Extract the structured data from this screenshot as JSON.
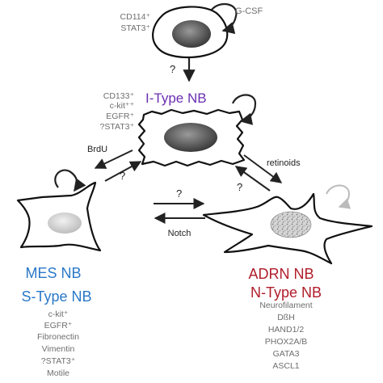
{
  "colors": {
    "i_type": "#6a2eb0",
    "mes": "#2a78c8",
    "adrn": "#b01d2a",
    "text_grey": "#6e6e6e",
    "ink": "#222222"
  },
  "top_cell": {
    "markers": [
      "CD114⁺",
      "STAT3⁺"
    ],
    "factor": "G-CSF",
    "transition_label": "?"
  },
  "i_type": {
    "title": "I-Type NB",
    "markers": [
      "CD133⁺",
      "c-kit⁺⁺",
      "EGFR⁺",
      "?STAT3⁺"
    ]
  },
  "mes": {
    "title_1": "MES NB",
    "title_2": "S-Type NB",
    "markers": [
      "c-kit⁺",
      "EGFR⁺",
      "Fibronectin",
      "Vimentin",
      "?STAT3⁺",
      "Motile"
    ]
  },
  "adrn": {
    "title_1": "ADRN NB",
    "title_2": "N-Type NB",
    "markers": [
      "Neurofilament",
      "DßH",
      "HAND1/2",
      "PHOX2A/B",
      "GATA3",
      "ASCL1"
    ]
  },
  "arrows": {
    "i_to_mes_label": "BrdU",
    "i_to_mes_question": "?",
    "i_to_adrn_label": "retinoids",
    "i_to_adrn_question": "?",
    "mes_adrn_question": "?",
    "mes_adrn_label": "Notch"
  }
}
